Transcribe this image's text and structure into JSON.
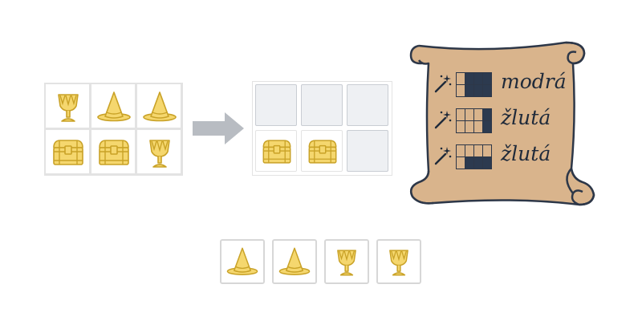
{
  "source_grid": [
    [
      "cup-icon",
      "hat-icon",
      "hat-icon"
    ],
    [
      "chest-icon",
      "chest-icon",
      "cup-icon"
    ]
  ],
  "target_grid": [
    [
      "empty",
      "empty",
      "empty"
    ],
    [
      "chest-icon",
      "chest-icon",
      "empty"
    ]
  ],
  "scroll_rules": [
    {
      "pattern": [
        0,
        1,
        1,
        1
      ],
      "color_word": "modrá"
    },
    {
      "pattern": [
        0,
        0,
        0,
        1
      ],
      "color_word": "žlutá"
    },
    {
      "pattern": [
        0,
        1,
        1,
        1
      ],
      "color_word": "žlutá"
    }
  ],
  "choices": [
    {
      "icon": "hat-icon",
      "color": "yellow"
    },
    {
      "icon": "hat-icon",
      "color": "blue"
    },
    {
      "icon": "cup-icon",
      "color": "blue"
    },
    {
      "icon": "cup-icon",
      "color": "yellow"
    }
  ],
  "colors": {
    "gray_fill": "#e9ecef",
    "gray_stroke": "#5a6270",
    "yellow_fill": "#f5d76e",
    "yellow_stroke": "#c9a227",
    "blue_fill": "#5b9bd5",
    "blue_stroke": "#2f6ea8",
    "scroll_fill": "#d9b48c",
    "scroll_stroke": "#2d3748",
    "dark_cell": "#2c3a4f",
    "arrow": "#b8bcc2"
  }
}
